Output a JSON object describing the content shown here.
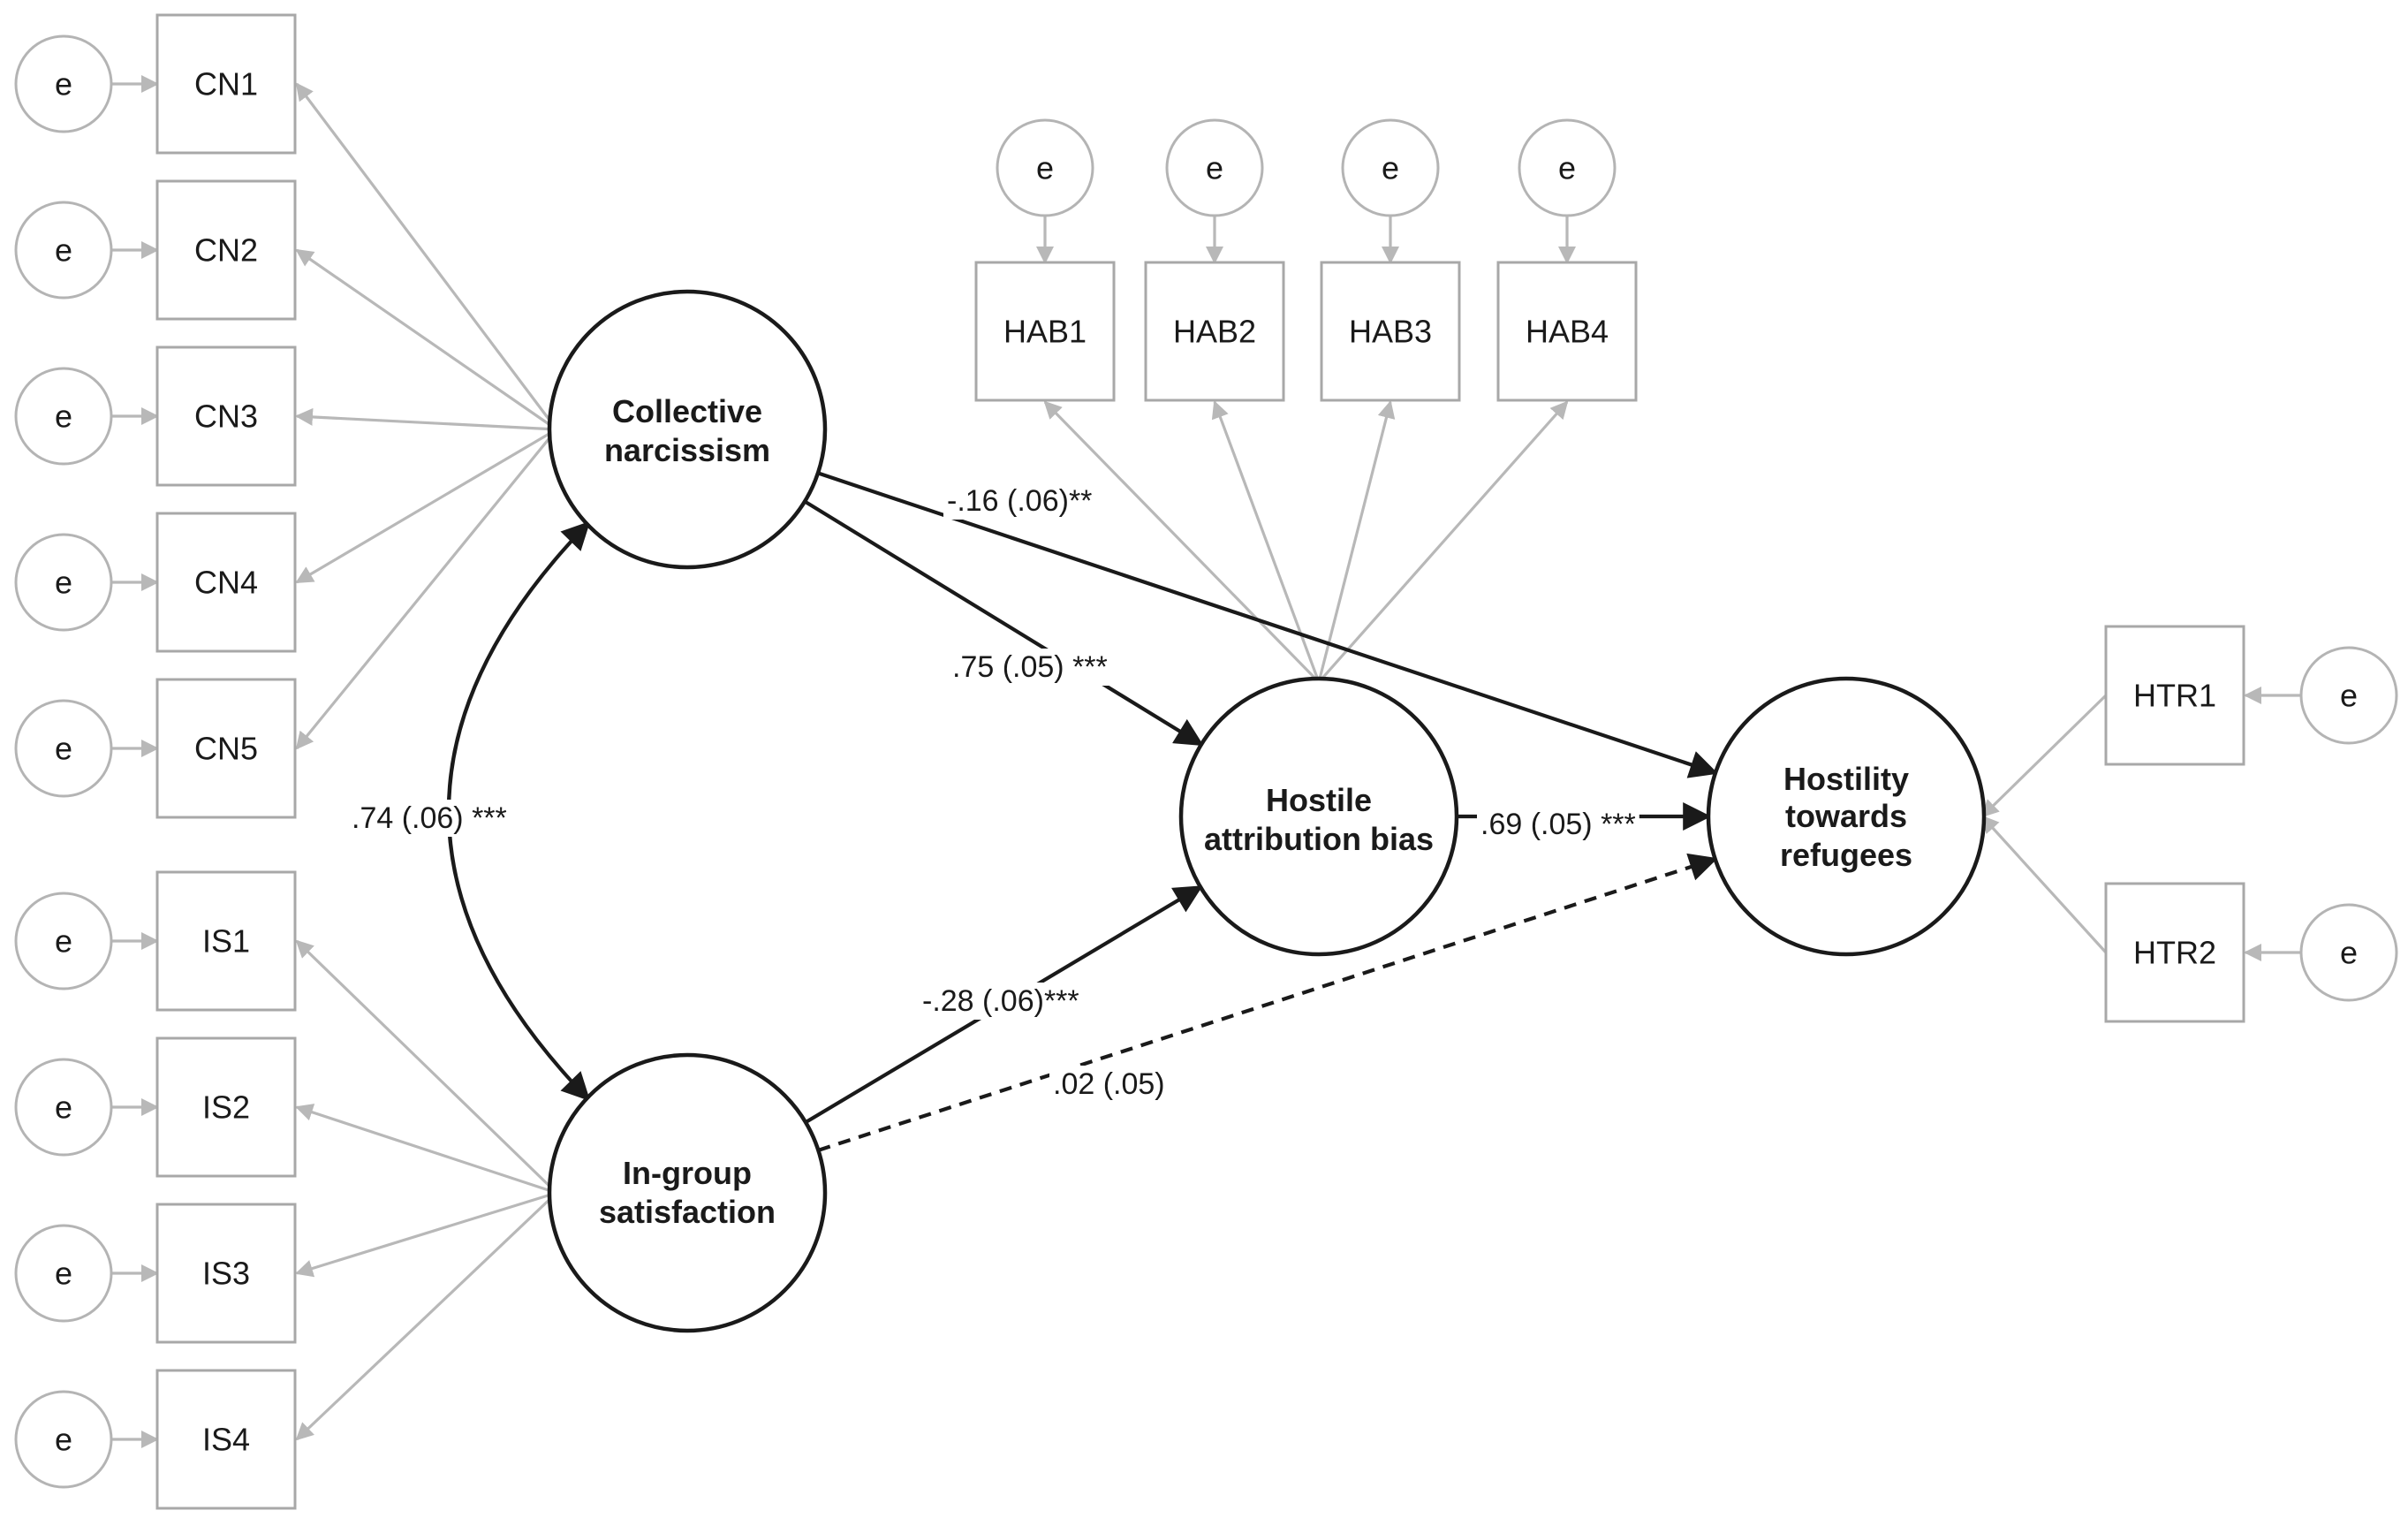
{
  "error_label": "e",
  "indicators": {
    "cn": [
      "CN1",
      "CN2",
      "CN3",
      "CN4",
      "CN5"
    ],
    "is": [
      "IS1",
      "IS2",
      "IS3",
      "IS4"
    ],
    "hab": [
      "HAB1",
      "HAB2",
      "HAB3",
      "HAB4"
    ],
    "htr": [
      "HTR1",
      "HTR2"
    ]
  },
  "latents": {
    "collective_narcissism": [
      "Collective",
      "narcissism"
    ],
    "ingroup_satisfaction": [
      "In-group",
      "satisfaction"
    ],
    "hostile_attribution_bias": [
      "Hostile",
      "attribution bias"
    ],
    "hostility_refugees": [
      "Hostility",
      "towards",
      "refugees"
    ]
  },
  "paths": {
    "cn_to_htr": "-.16 (.06)**",
    "cn_to_hab": ".75 (.05) ***",
    "cn_is_cov": ".74 (.06) ***",
    "is_to_hab": "-.28 (.06)***",
    "hab_to_htr": ".69 (.05) ***",
    "is_to_htr": ".02 (.05)"
  }
}
